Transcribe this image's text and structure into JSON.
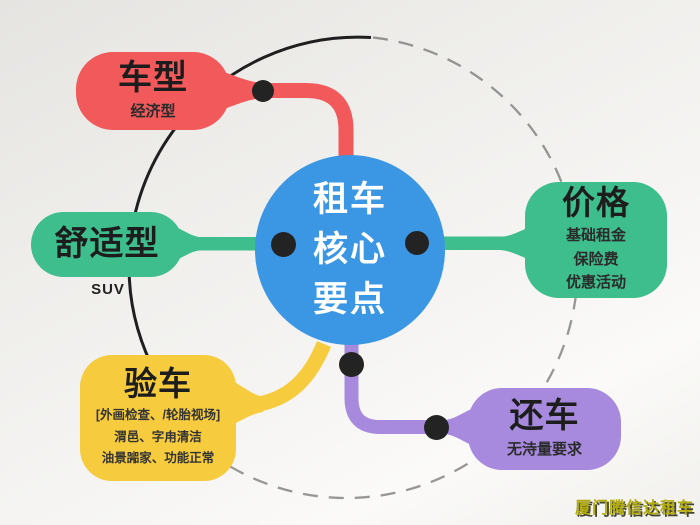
{
  "center_node": {
    "lines": [
      "租车",
      "核心",
      "要点"
    ]
  },
  "nodes": {
    "car_model": {
      "title": "车型",
      "subtitle": "经济型"
    },
    "comfort": {
      "title": "舒适型",
      "outside_label": "SUV"
    },
    "price": {
      "title": "价格",
      "items": [
        "基础租金",
        "保险费",
        "优惠活动"
      ]
    },
    "inspection": {
      "title": "验车",
      "items": [
        "[外画检查、/轮胎视场]",
        "渭邑、字甪清洁",
        "油景嘂家、功能正常"
      ]
    },
    "return_car": {
      "title": "还车",
      "subtitle": "无洔量要求"
    }
  },
  "watermark": "厦门腾信达租车",
  "colors": {
    "center_blue": "#3b97e4",
    "node_red": "#f2595b",
    "node_green": "#3ebd8d",
    "node_yellow": "#f6cc3e",
    "node_purple": "#a78ade",
    "junction_dot": "#232323",
    "orbit_solid": "#1f1f1f",
    "orbit_dashed": "#5a5a5a",
    "watermark_text": "#b3ac0c"
  }
}
